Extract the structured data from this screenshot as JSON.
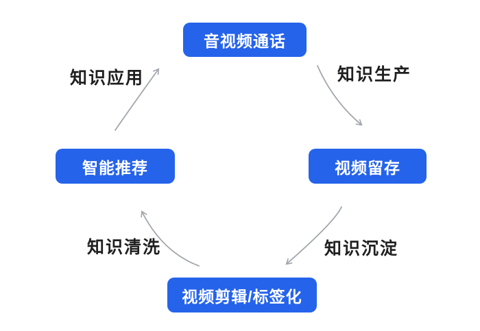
{
  "diagram": {
    "title": "knowledge-video-cycle",
    "nodes": [
      {
        "id": "audio-video-call",
        "label": "音视频通话"
      },
      {
        "id": "video-retention",
        "label": "视频留存"
      },
      {
        "id": "video-editing-tagging",
        "label": "视频剪辑/标签化"
      },
      {
        "id": "smart-recommendation",
        "label": "智能推荐"
      }
    ],
    "edges": [
      {
        "from": "audio-video-call",
        "to": "video-retention",
        "label": "知识生产"
      },
      {
        "from": "video-retention",
        "to": "video-editing-tagging",
        "label": "知识沉淀"
      },
      {
        "from": "video-editing-tagging",
        "to": "smart-recommendation",
        "label": "知识清洗"
      },
      {
        "from": "smart-recommendation",
        "to": "audio-video-call",
        "label": "知识应用"
      }
    ],
    "colors": {
      "background": "#ffffff",
      "node_bg": "#2563EB",
      "node_text": "#ffffff",
      "edge_label": "#1f1f1f",
      "arrow": "#a2a6ab"
    }
  }
}
